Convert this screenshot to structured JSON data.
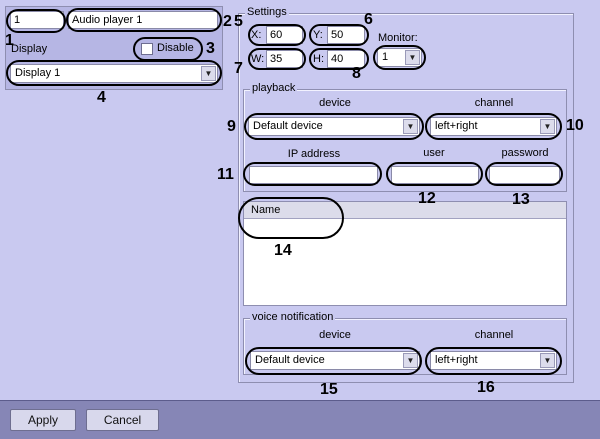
{
  "device_panel": {
    "id_value": "1",
    "name_value": "Audio player 1",
    "display_label": "Display",
    "disable_label": "Disable",
    "display_selected": "Display 1"
  },
  "settings": {
    "title": "Settings",
    "x_label": "X:",
    "x_value": "60",
    "y_label": "Y:",
    "y_value": "50",
    "w_label": "W:",
    "w_value": "35",
    "h_label": "H:",
    "h_value": "40",
    "monitor_label": "Monitor:",
    "monitor_selected": "1"
  },
  "playback": {
    "title": "playback",
    "device_header": "device",
    "channel_header": "channel",
    "device_selected": "Default device",
    "channel_selected": "left+right",
    "ip_label": "IP address",
    "user_label": "user",
    "password_label": "password",
    "ip_value": "",
    "user_value": "",
    "password_value": ""
  },
  "name_list": {
    "column_header": "Name"
  },
  "voice_notification": {
    "title": "voice notification",
    "device_header": "device",
    "channel_header": "channel",
    "device_selected": "Default device",
    "channel_selected": "left+right"
  },
  "footer": {
    "apply_label": "Apply",
    "cancel_label": "Cancel"
  },
  "callouts": {
    "n1": "1",
    "n2": "2",
    "n3": "3",
    "n4": "4",
    "n5": "5",
    "n6": "6",
    "n7": "7",
    "n8": "8",
    "n9": "9",
    "n10": "10",
    "n11": "11",
    "n12": "12",
    "n13": "13",
    "n14": "14",
    "n15": "15",
    "n16": "16"
  }
}
